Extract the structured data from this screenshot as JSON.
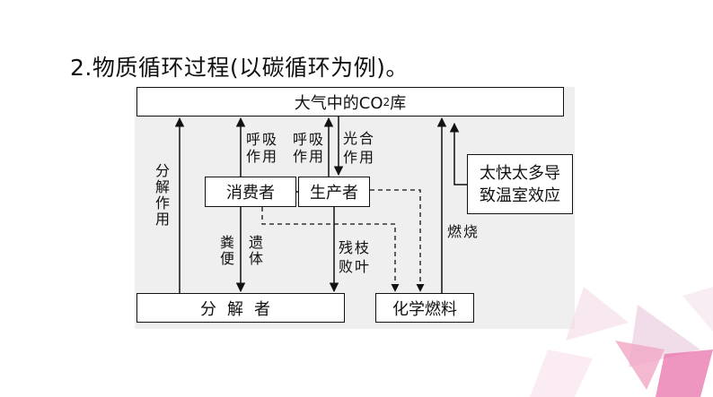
{
  "heading": "2.物质循环过程(以碳循环为例)。",
  "nodes": {
    "atmosphere": {
      "prefix": "大气中的CO",
      "sub": "2",
      "suffix": "库"
    },
    "consumer": "消费者",
    "producer": "生产者",
    "decomposer": "分解者",
    "fossil_fuel": "化学燃料",
    "greenhouse_line1": "太快太多导",
    "greenhouse_line2": "致温室效应"
  },
  "edge_labels": {
    "decomposition": "分解作用",
    "respiration_consumer": "呼吸作用",
    "respiration_producer": "呼吸作用",
    "photosynthesis_1": "光合",
    "photosynthesis_2": "作用",
    "excrement": "粪便",
    "remains": "遗体",
    "litter_1": "残枝",
    "litter_2": "败叶",
    "combustion": "燃烧"
  }
}
